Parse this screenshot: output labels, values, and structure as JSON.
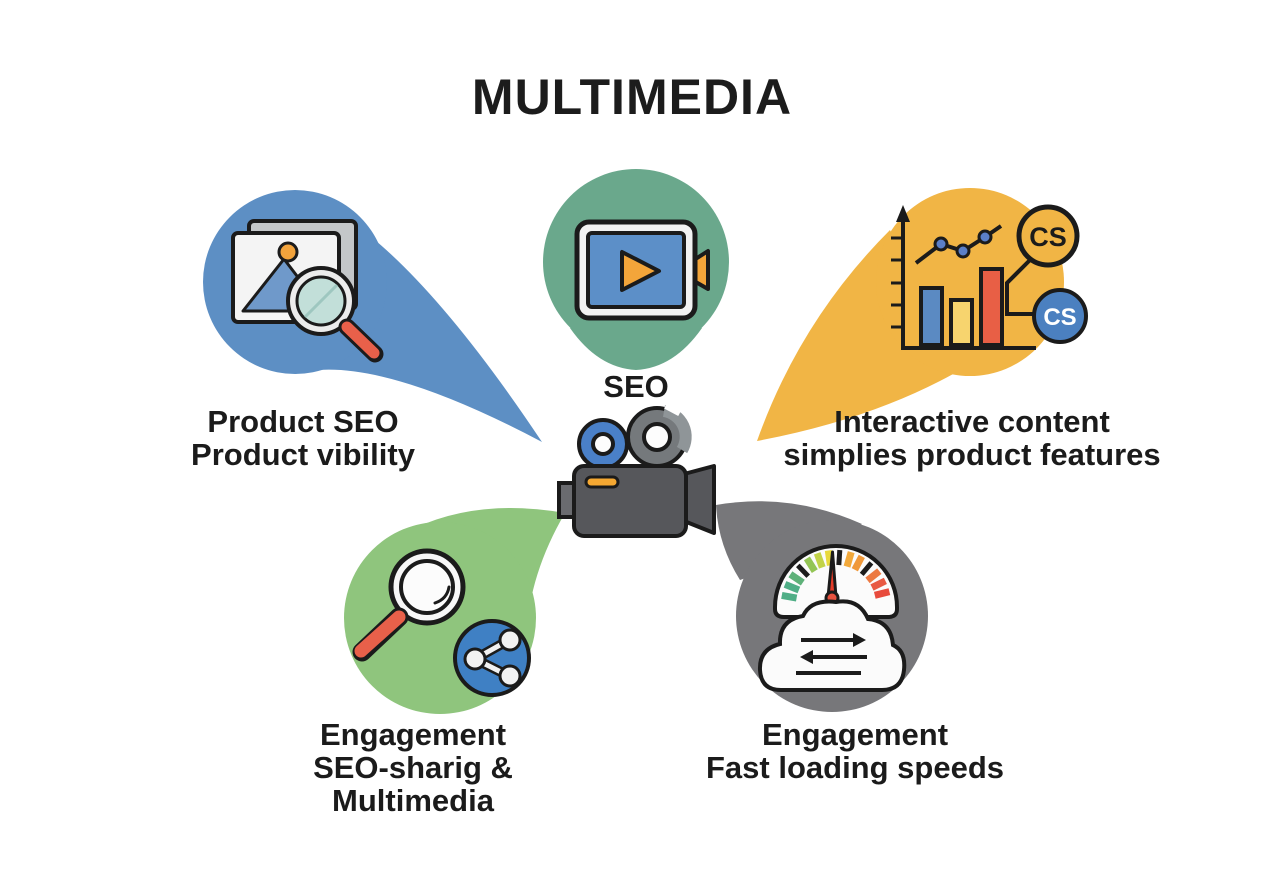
{
  "title": "MULTIMEDIA",
  "center": {
    "icon": "video-camera-icon"
  },
  "petals": [
    {
      "id": "product-seo",
      "position": "top-left",
      "color": "#5d8fc4",
      "icon": "image-search-icon",
      "lines": [
        "Product SEO",
        "Product vibility"
      ]
    },
    {
      "id": "seo",
      "position": "top-center",
      "color": "#6aa88c",
      "icon": "video-player-icon",
      "lines": [
        "SEO"
      ]
    },
    {
      "id": "interactive-content",
      "position": "top-right",
      "color": "#f1b545",
      "icon": "bar-chart-icon",
      "lines": [
        "Interactive content",
        "simplies product features"
      ],
      "badges": [
        "CS",
        "CS"
      ]
    },
    {
      "id": "engagement-sharing",
      "position": "bottom-left",
      "color": "#8fc57d",
      "icon": "search-share-icon",
      "lines": [
        "Engagement",
        "SEO-sharig &",
        "Multimedia"
      ]
    },
    {
      "id": "engagement-speed",
      "position": "bottom-right",
      "color": "#77777a",
      "icon": "speedometer-cloud-icon",
      "lines": [
        "Engagement",
        "Fast loading speeds"
      ]
    }
  ],
  "colors": {
    "background": "#ffffff",
    "text": "#1b1b1b",
    "accent_red": "#e8604a",
    "accent_orange": "#f3a53a",
    "accent_blue": "#4a80c8",
    "cs_badge_yellow": "#f1b545",
    "cs_badge_blue": "#4b80c0"
  }
}
